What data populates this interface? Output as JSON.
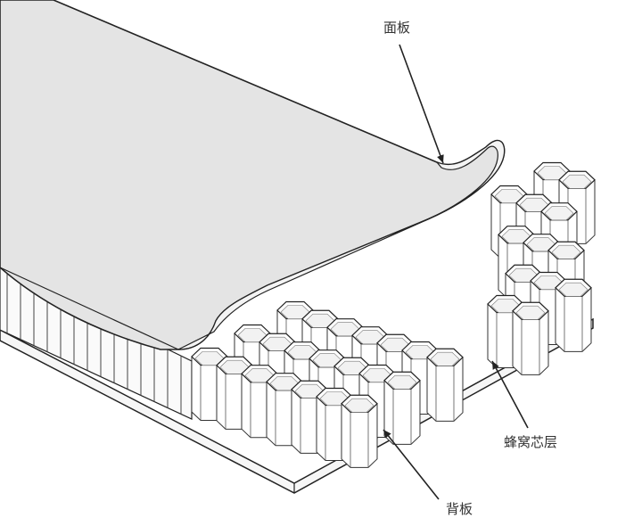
{
  "labels": {
    "face_sheet": "面板",
    "honeycomb_core": "蜂窝芯层",
    "back_sheet": "背板"
  },
  "colors": {
    "line": "#222222",
    "face_fill": "#e4e4e4",
    "face_edge": "#f4f4f4",
    "cell_fill": "#ffffff",
    "cell_shadow": "#e6e6e6",
    "label_text": "#333333"
  }
}
